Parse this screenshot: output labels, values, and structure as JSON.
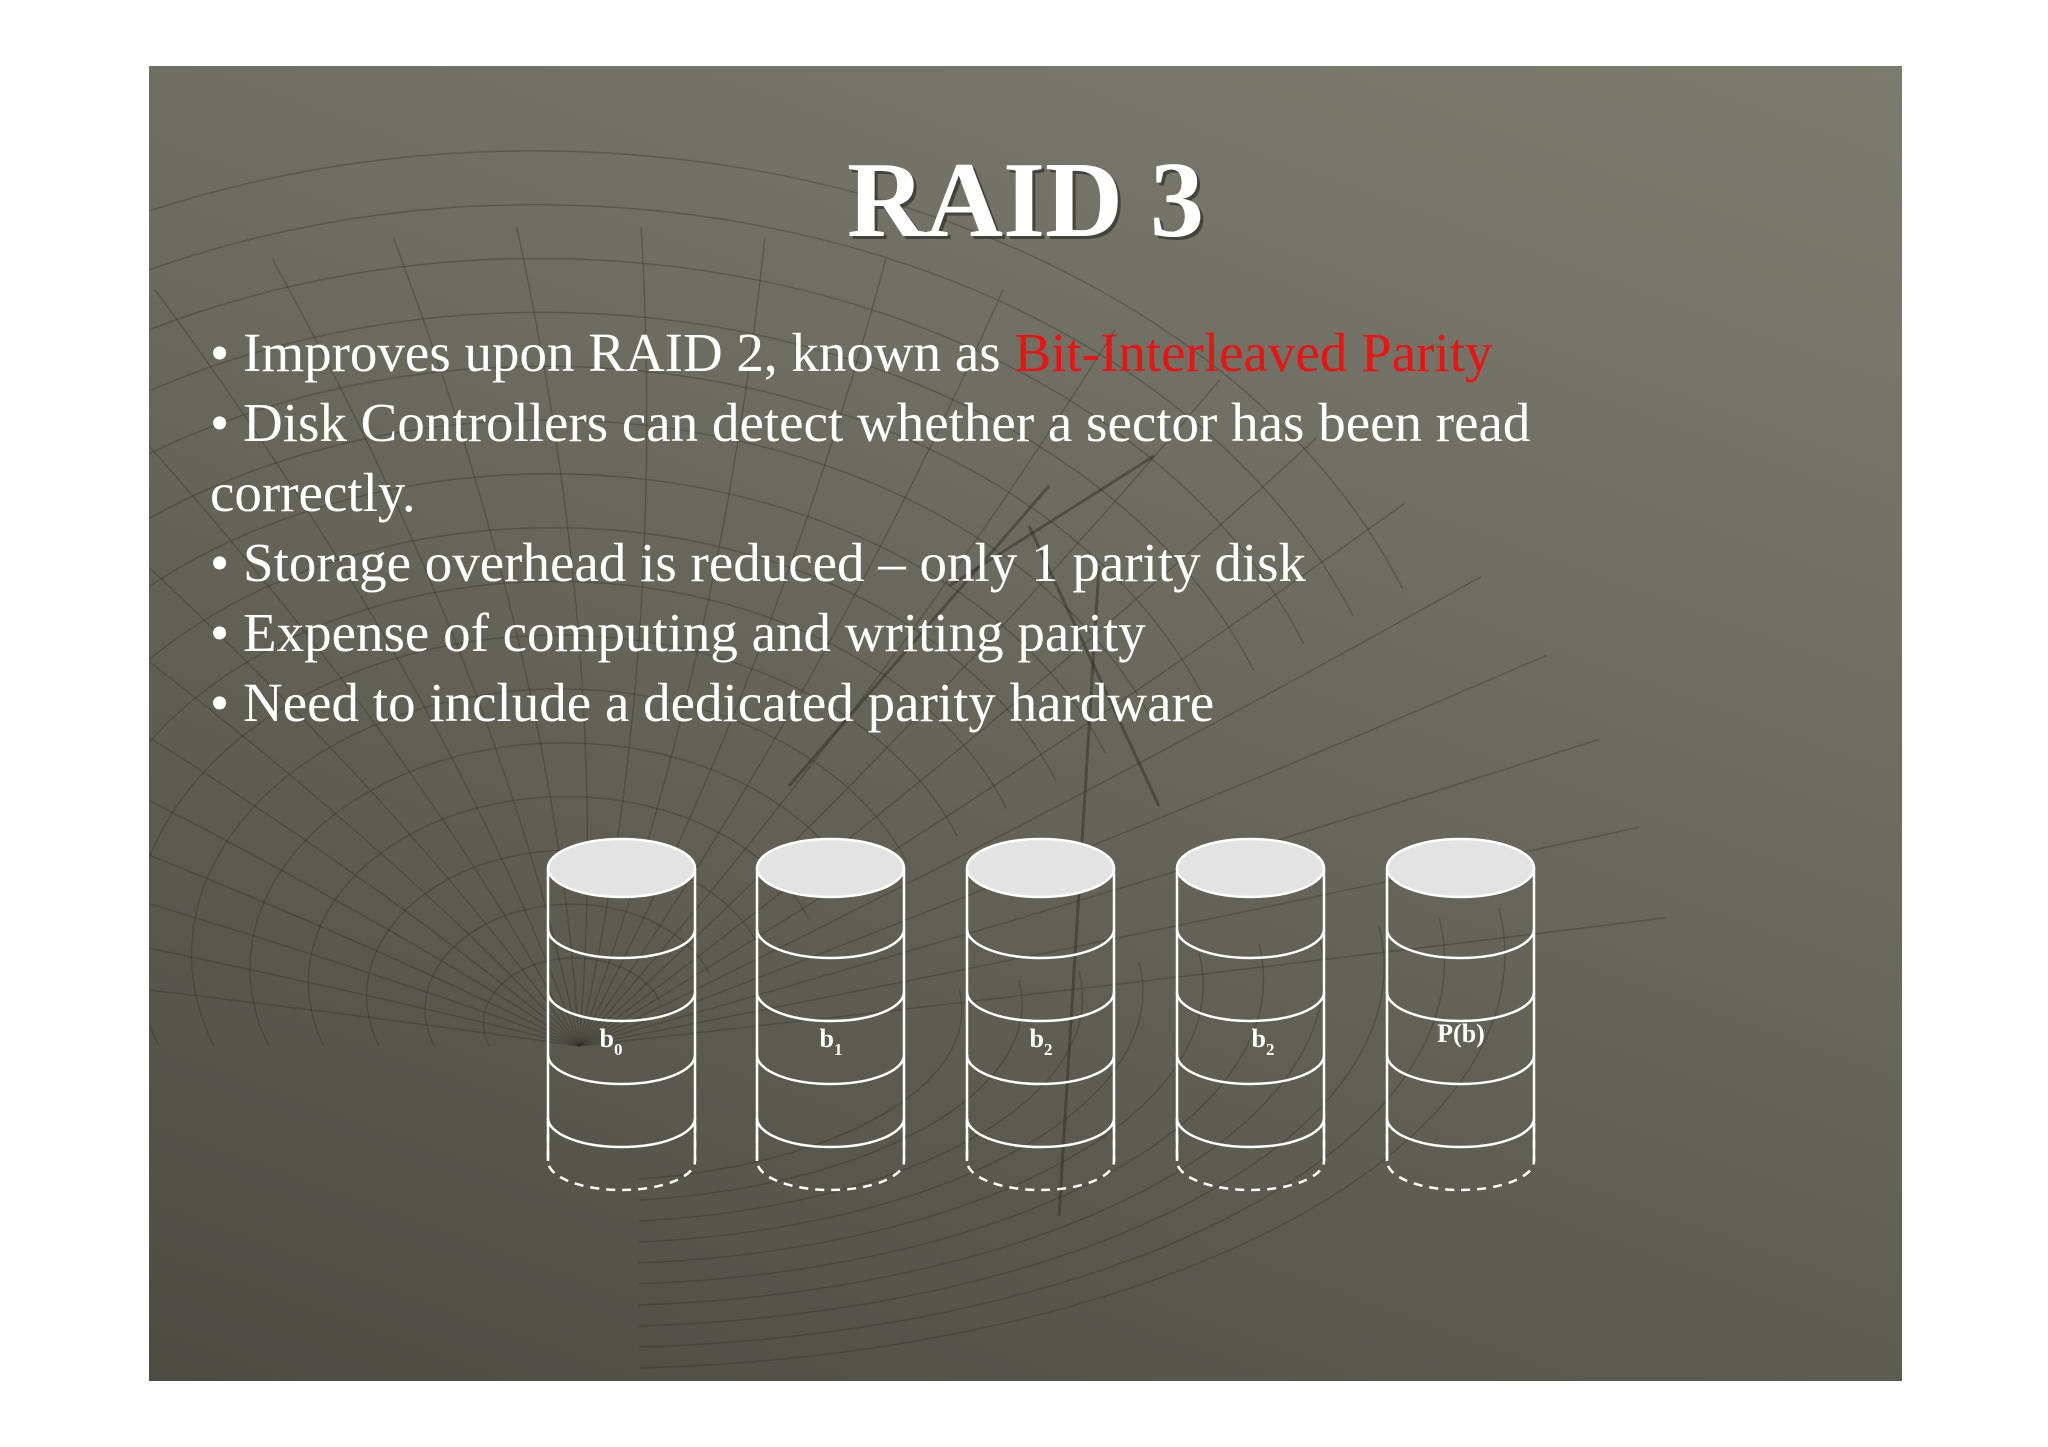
{
  "slide": {
    "title": "RAID 3",
    "bullets": [
      {
        "text": "• Improves upon RAID 2, known as ",
        "highlight": "Bit-Interleaved Parity"
      },
      {
        "text": "• Disk Controllers can detect whether a sector has been read correctly."
      },
      {
        "text": "• Storage overhead is reduced – only 1 parity disk"
      },
      {
        "text": "• Expense of computing and writing parity"
      },
      {
        "text": "• Need to include a dedicated parity hardware"
      }
    ],
    "highlight_color": "#ee1111",
    "disks": [
      {
        "label": "b",
        "sub": "0"
      },
      {
        "label": "b",
        "sub": "1"
      },
      {
        "label": "b",
        "sub": "2"
      },
      {
        "label": "b",
        "sub": "2"
      },
      {
        "label": "P(b)",
        "sub": ""
      }
    ]
  }
}
